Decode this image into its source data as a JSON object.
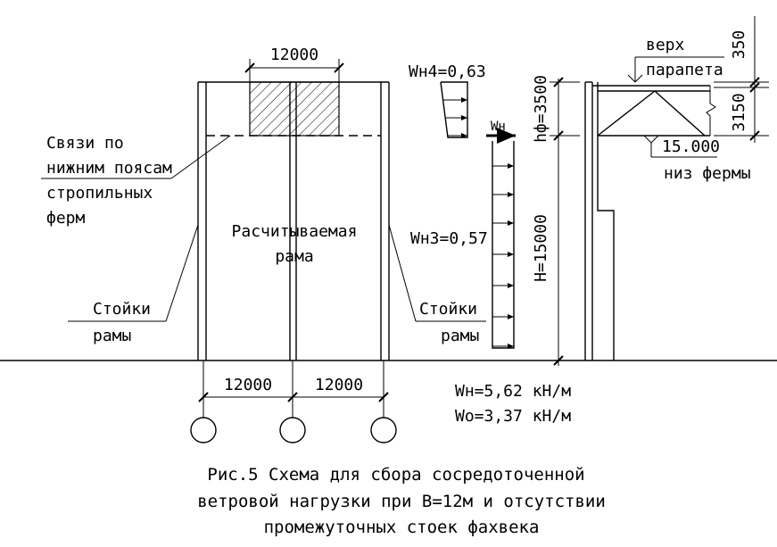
{
  "plan": {
    "top_dimension": "12000",
    "left_label": [
      "Связи по",
      "нижним поясам",
      "стропильных",
      "ферм"
    ],
    "center_label": [
      "Расчитываемая",
      "рама"
    ],
    "left_columns_label": [
      "Стойки",
      "рамы"
    ],
    "right_columns_label": [
      "Стойки",
      "рамы"
    ],
    "bottom_dim_left": "12000",
    "bottom_dim_right": "12000"
  },
  "wind": {
    "wh4": "Wн4=0,63",
    "wh": "Wн",
    "wh3": "Wн3=0,57",
    "hf": "hф=3500",
    "h": "H=15000",
    "result_wh": "Wн=5,62 кН/м",
    "result_wo": "Wо=3,37 кН/м"
  },
  "section": {
    "top_label": [
      "верх",
      "парапета"
    ],
    "dim_350": "350",
    "dim_3150": "3150",
    "truss_label": "15.000",
    "truss_label2": "низ фермы"
  },
  "caption": [
    "Рис.5 Схема для сбора сосредоточенной",
    "ветровой нагрузки при В=12м и отсутствии",
    "промежуточных стоек фахвека"
  ]
}
